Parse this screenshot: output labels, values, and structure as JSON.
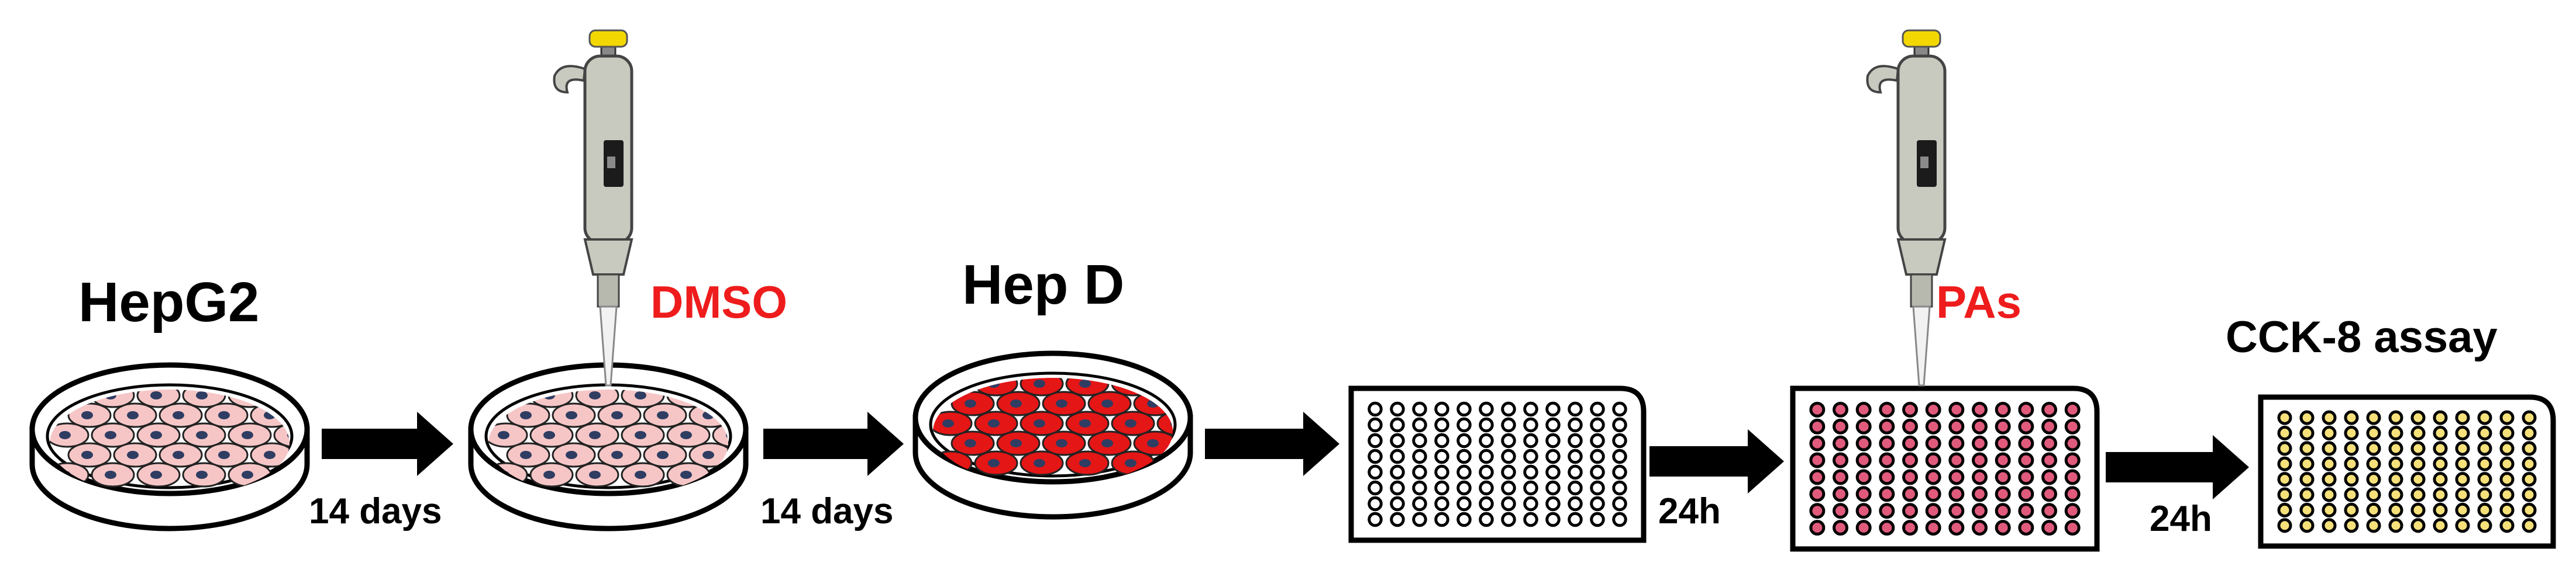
{
  "steps": {
    "cell_line": "HepG2",
    "solvent": "DMSO",
    "differentiated": "Hep D",
    "treatment": "PAs",
    "assay": "CCK-8 assay"
  },
  "durations": {
    "first": "14 days",
    "second": "14 days",
    "third": "24h",
    "fourth": "24h"
  },
  "colors": {
    "highlight_text": "#ee1c1c",
    "normal_cell": "#f6c6c6",
    "differentiated_cell": "#e41616",
    "nucleus": "#2f3d63",
    "treated_well": "#e05a7c",
    "assay_well": "#f5e07a",
    "empty_well": "#ffffff",
    "pipette_tip": "#f2d800",
    "pipette_body": "#c8c9bf",
    "arrow": "#000000"
  },
  "icons": [
    "petri-dish-icon",
    "cell-icon",
    "pipette-icon",
    "well-plate-icon",
    "arrow-right-icon"
  ]
}
